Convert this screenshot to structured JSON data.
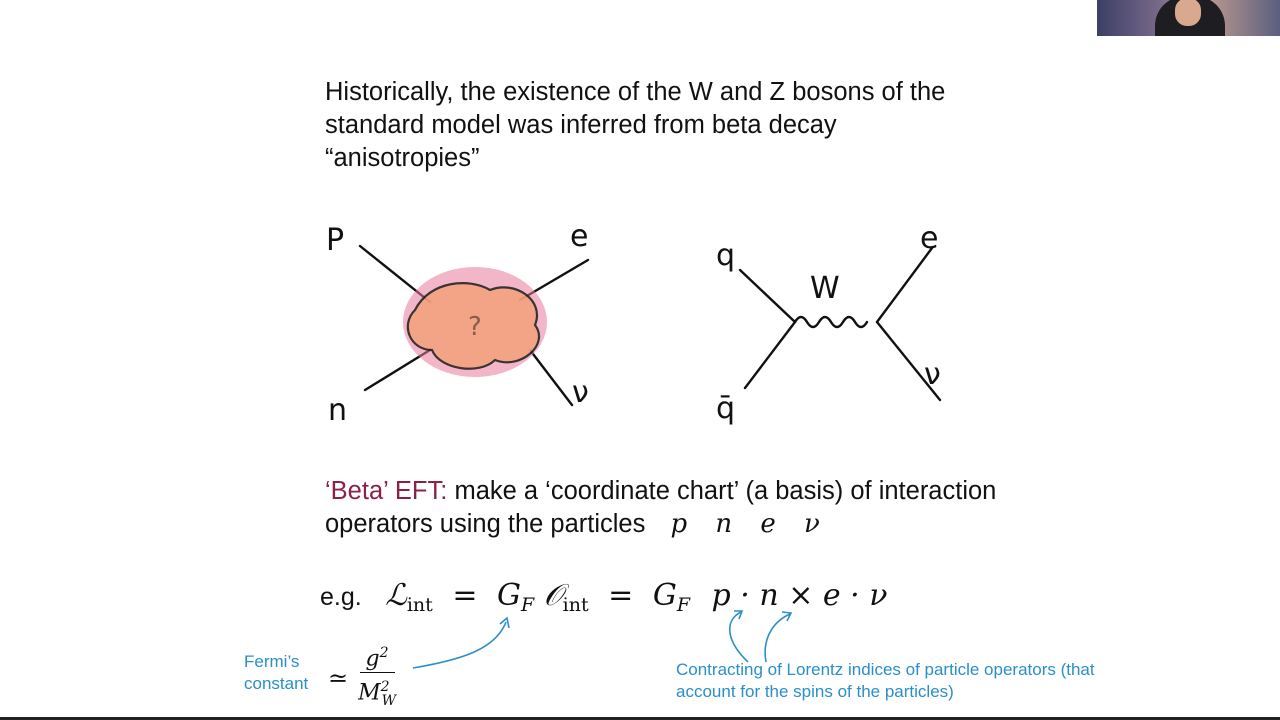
{
  "slide": {
    "intro": "Historically, the existence of the W and Z bosons of the standard model was inferred from beta decay “anisotropies”",
    "diagram_left": {
      "p": "P",
      "e": "e",
      "n": "n",
      "nu": "ν",
      "blob": "?"
    },
    "diagram_right": {
      "q": "q",
      "qbar": "q̄",
      "w": "W",
      "e": "e",
      "nu": "ν"
    },
    "eft_label": "‘Beta’ EFT:",
    "eft_text": "make a ‘coordinate chart’ (a basis) of interaction operators using the particles",
    "particles": "p n e ν",
    "equation": {
      "eg": "e.g.",
      "L": "ℒ",
      "int": "int",
      "eq": "=",
      "GF": "G",
      "F": "F",
      "O": "𝒪",
      "rhs": "p · n × e · ν"
    },
    "fermi": "Fermi’s constant",
    "approx": "≃",
    "frac_num": "g",
    "frac_num_sup": "2",
    "frac_den": "M",
    "frac_den_sup": "2",
    "frac_den_sub": "W",
    "contract_note": "Contracting of Lorentz indices of particle operators (that account for the spins of the particles)",
    "colors": {
      "accent_maroon": "#8b2148",
      "annotation_blue": "#2a8fc9",
      "blob_pink": "#e97a9a",
      "blob_orange": "#f3a27c"
    }
  }
}
